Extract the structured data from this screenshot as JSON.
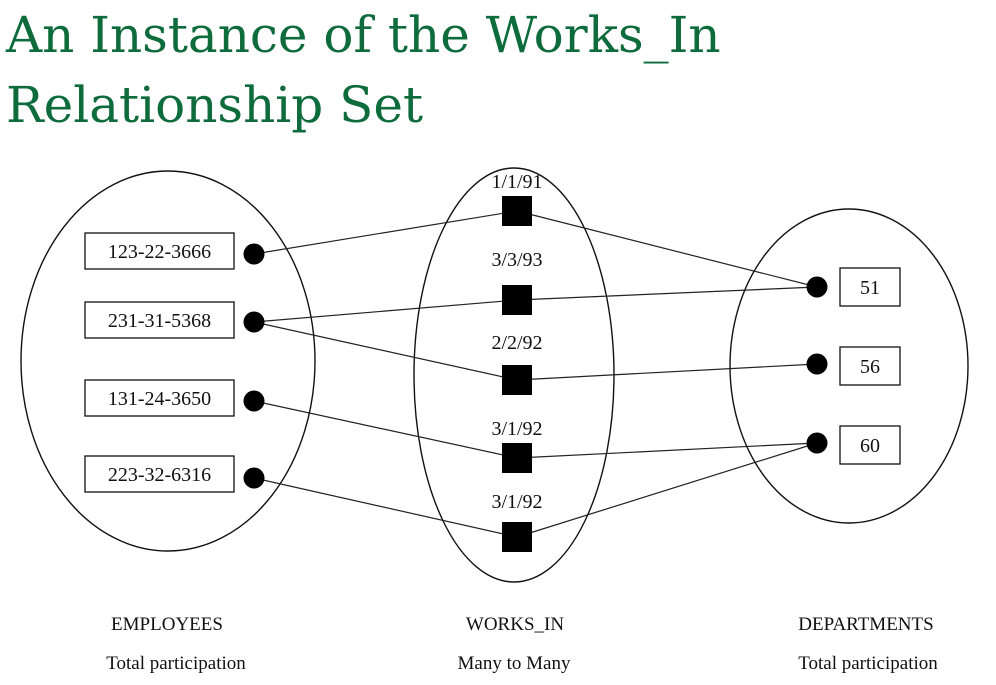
{
  "title": "An Instance of the Works_In Relationship Set",
  "employees": {
    "caption": "EMPLOYEES",
    "participation": "Total participation",
    "items": [
      "123-22-3666",
      "231-31-5368",
      "131-24-3650",
      "223-32-6316"
    ]
  },
  "works_in": {
    "caption": "WORKS_IN",
    "participation": "Many to Many",
    "items": [
      "1/1/91",
      "3/3/93",
      "2/2/92",
      "3/1/92",
      "3/1/92"
    ]
  },
  "departments": {
    "caption": "DEPARTMENTS",
    "participation": "Total participation",
    "items": [
      "51",
      "56",
      "60"
    ]
  },
  "edges": [
    {
      "employee": 0,
      "relationship": 0,
      "department": 0
    },
    {
      "employee": 1,
      "relationship": 1,
      "department": 0
    },
    {
      "employee": 1,
      "relationship": 2,
      "department": 1
    },
    {
      "employee": 2,
      "relationship": 3,
      "department": 2
    },
    {
      "employee": 3,
      "relationship": 4,
      "department": 2
    }
  ]
}
